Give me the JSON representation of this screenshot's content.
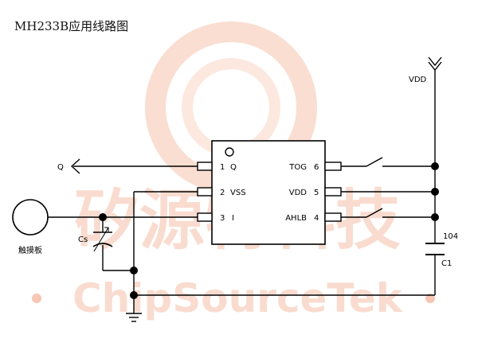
{
  "title": "MH233B应用线路图",
  "watermark": {
    "cn": "矽源特科技",
    "en": "ChipSourceTek",
    "color": "#f6c7b4"
  },
  "ic": {
    "pins": [
      {
        "num": "1",
        "name": "Q"
      },
      {
        "num": "2",
        "name": "VSS"
      },
      {
        "num": "3",
        "name": "I"
      },
      {
        "num": "6",
        "name": "TOG"
      },
      {
        "num": "5",
        "name": "VDD"
      },
      {
        "num": "4",
        "name": "AHLB"
      }
    ]
  },
  "labels": {
    "vdd": "VDD",
    "q": "Q",
    "cs": "Cs",
    "cap_value": "104",
    "c1": "C1",
    "touch_pad": "触摸板"
  }
}
